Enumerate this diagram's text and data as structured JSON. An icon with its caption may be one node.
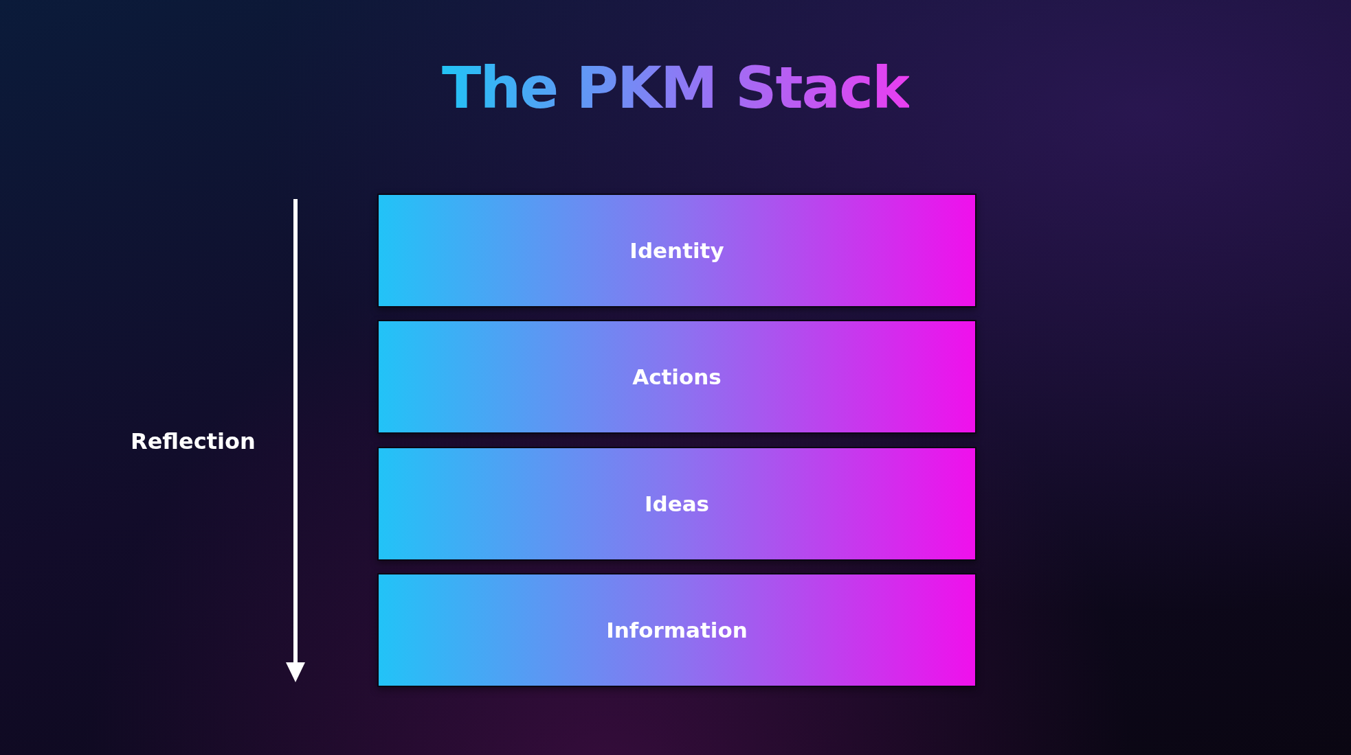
{
  "diagram": {
    "title": "The PKM Stack",
    "nodes": [
      {
        "text": [
          "Identity"
        ]
      },
      {
        "text": [
          "Actions"
        ]
      },
      {
        "text": [
          "Ideas"
        ]
      },
      {
        "text": [
          "Information"
        ]
      }
    ],
    "labels": [
      "Reflection"
    ]
  }
}
